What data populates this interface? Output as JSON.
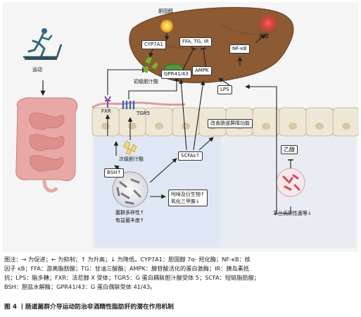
{
  "labels": {
    "exercise": "运动",
    "cholesterol": "胆固醇",
    "cyp7a1": "CYP7A1",
    "lipids": "FFA, TG, IR",
    "nfkb": "NF-κB",
    "inflammation": "炎症",
    "primary_bile_acid": "初级胆汁酸",
    "gpr4143": "GPR41/43",
    "ampk": "AMPK",
    "lps": "LPS",
    "fxr": "FXR",
    "tgr5": "TGR5",
    "barrier": "改善肠道屏障功能",
    "secondary_bile_acid": "次级胆汁酸",
    "bsh": "BSH↑",
    "scfas": "SCFAs↑",
    "diversity_1": "菌群多样性↑",
    "diversity_2": "有益菌丰度↑",
    "indole_1": "吲哚及衍生物↑",
    "indole_2": "氧化三甲胺↓",
    "ethanol": "乙醇",
    "gram_negative": "革兰氏阴性菌等↓"
  },
  "caption": {
    "line1": "图注：→ 为促进；← 为抑制；↑ 为升高；↓ 为降低。CYP7A1：胆固醇 7α- 羟化酶；NF-κB：核",
    "line2": "因子 κB；FFA：游离脂肪酸；TG：甘油三酸酯；AMPK：腺苷酸活化的蛋白激酶；IR：胰岛素抵",
    "line3": "抗；LPS：脂多糖；FXR：法尼醇 X 受体；TGR5：G 蛋白耦联胆汁酸受体 5；SCFA：短链脂肪酸；",
    "line4": "BSH：胆盐水解酶；GPR41/43：G 蛋白偶联受体 41/43。"
  },
  "figure_title": "图 4 丨肠道菌群介导运动防治非酒精性脂肪肝的潜在作用机制",
  "colors": {
    "liver": "#8c5a33",
    "liver_dark": "#6e4426",
    "intestine": "#e7a8a6",
    "cells": "#ece3d0",
    "lumen_blue": "#dfe7f4",
    "inflammation_red": "#e83a3a",
    "arrow": "#222222"
  }
}
